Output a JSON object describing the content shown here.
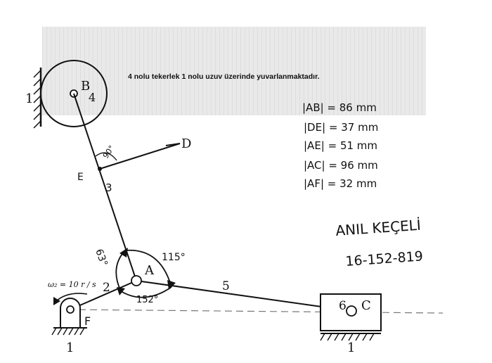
{
  "note": "4 nolu tekerlek 1 nolu uzuv üzerinde yuvarlanmaktadır.",
  "dimensions": [
    "|AB| = 86 mm",
    "|DE| = 37 mm",
    "|AE| = 51 mm",
    "|AC| = 96 mm",
    "|AF| = 32 mm"
  ],
  "signature": {
    "name": "ANIL KEÇELİ",
    "id": "16-152-819"
  },
  "points": {
    "A": "A",
    "B": "B",
    "C": "C",
    "D": "D",
    "E": "E",
    "F": "F"
  },
  "link_numbers": {
    "ground_left": "1",
    "wheel": "4",
    "link3": "3",
    "link2": "2",
    "link5": "5",
    "slider": "6",
    "ground_bottom_left": "1",
    "ground_bottom_right": "1"
  },
  "angles": {
    "right_angle": "90°",
    "left_angle": "63°",
    "right_top_angle": "115°",
    "bottom_angle": "152°"
  },
  "input": {
    "omega": "ω₂ = 10 r / s"
  }
}
